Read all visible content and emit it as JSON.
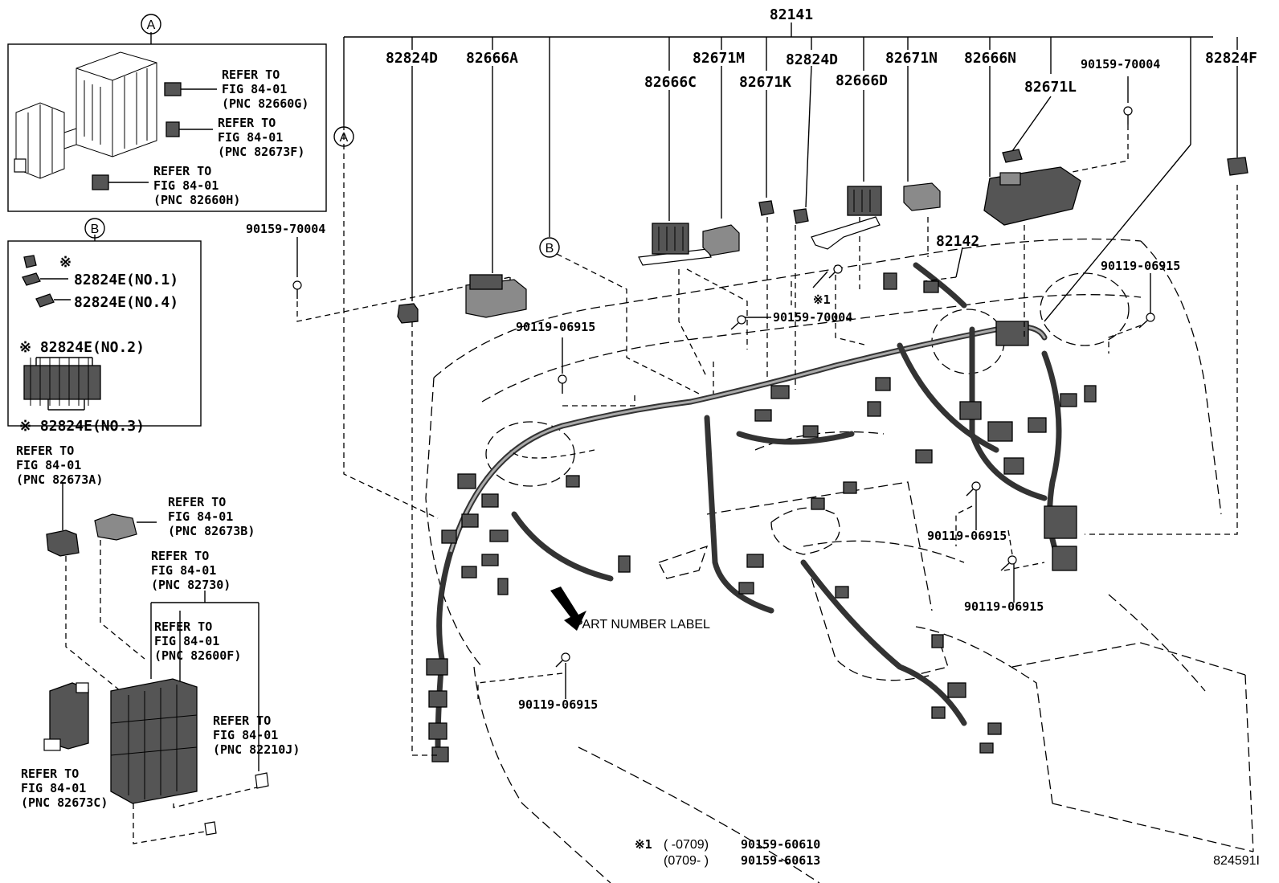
{
  "main_assembly": "82141",
  "sub_assembly": "82142",
  "part_numbers": {
    "p82824D_a": "82824D",
    "p82666A": "82666A",
    "p82671M": "82671M",
    "p82824D_b": "82824D",
    "p82671N": "82671N",
    "p82666N": "82666N",
    "p82666C": "82666C",
    "p82671K": "82671K",
    "p82666D": "82666D",
    "p82671L": "82671L",
    "p82824F": "82824F",
    "bolt_70004_tr": "90159-70004",
    "bolt_70004_l": "90159-70004",
    "bolt_70004_c": "90159-70004",
    "bolt_06915_a": "90119-06915",
    "bolt_06915_b": "90119-06915",
    "bolt_06915_c": "90119-06915",
    "bolt_06915_d": "90119-06915",
    "bolt_06915_e": "90119-06915"
  },
  "callouts": {
    "a_top": "A",
    "a_side": "A",
    "b_box": "B",
    "b_main": "B"
  },
  "inset_a": {
    "ref1": [
      "REFER TO",
      "FIG 84-01",
      "(PNC 82660G)"
    ],
    "ref2": [
      "REFER TO",
      "FIG 84-01",
      "(PNC 82673F)"
    ],
    "ref3": [
      "REFER TO",
      "FIG 84-01",
      "(PNC 82660H)"
    ]
  },
  "inset_b": {
    "mark": "※",
    "no1": "82824E(NO.1)",
    "no4": "82824E(NO.4)",
    "no2": "※ 82824E(NO.2)",
    "no3": "※ 82824E(NO.3)"
  },
  "left_refs": {
    "r82673A": [
      "REFER TO",
      "FIG 84-01",
      "(PNC 82673A)"
    ],
    "r82673B": [
      "REFER TO",
      "FIG 84-01",
      "(PNC 82673B)"
    ],
    "r82730": [
      "REFER TO",
      "FIG 84-01",
      "(PNC 82730)"
    ],
    "r82600F": [
      "REFER TO",
      "FIG 84-01",
      "(PNC 82600F)"
    ],
    "r82210J": [
      "REFER TO",
      "FIG 84-01",
      "(PNC 82210J)"
    ],
    "r82673C": [
      "REFER TO",
      "FIG 84-01",
      "(PNC 82673C)"
    ]
  },
  "note_mark": "※1",
  "part_label": "PART NUMBER LABEL",
  "footnote": {
    "mark": "※1",
    "row1_range": "(     -0709)",
    "row1_part": "90159-60610",
    "row2_range": "(0709-     )",
    "row2_part": "90159-60613"
  },
  "figure_id": "824591I"
}
